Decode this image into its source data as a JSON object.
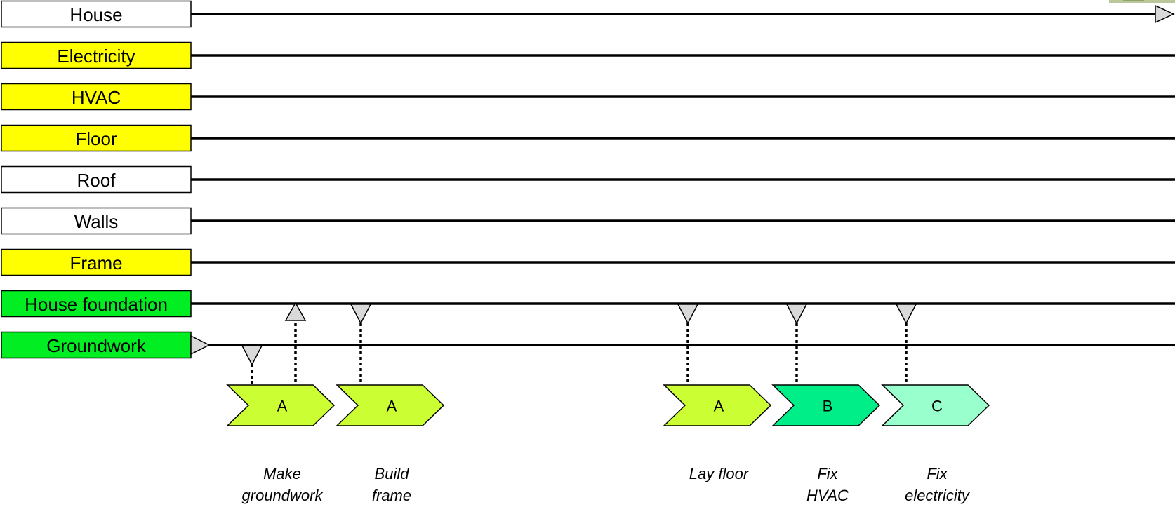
{
  "lanes": [
    {
      "label": "House",
      "color": "#ffffff",
      "arrow_end": true
    },
    {
      "label": "Electricity",
      "color": "#ffff00"
    },
    {
      "label": "HVAC",
      "color": "#ffff00"
    },
    {
      "label": "Floor",
      "color": "#ffff00"
    },
    {
      "label": "Roof",
      "color": "#ffffff"
    },
    {
      "label": "Walls",
      "color": "#ffffff"
    },
    {
      "label": "Frame",
      "color": "#ffff00"
    },
    {
      "label": "House foundation",
      "color": "#00ee22"
    },
    {
      "label": "Groundwork",
      "color": "#00ee22",
      "arrow_start": true
    }
  ],
  "tasks": [
    {
      "id": "make-groundwork",
      "letter": "A",
      "color": "#ccff33",
      "caption": [
        "Make",
        "groundwork"
      ]
    },
    {
      "id": "build-frame",
      "letter": "A",
      "color": "#ccff33",
      "caption": [
        "Build",
        "frame"
      ]
    },
    {
      "id": "lay-floor",
      "letter": "A",
      "color": "#ccff33",
      "caption": [
        "Lay floor"
      ]
    },
    {
      "id": "fix-hvac",
      "letter": "B",
      "color": "#00ee88",
      "caption": [
        "Fix",
        "HVAC"
      ]
    },
    {
      "id": "fix-electricity",
      "letter": "C",
      "color": "#99ffcc",
      "caption": [
        "Fix",
        "electricity"
      ]
    }
  ],
  "links": [
    {
      "task": "make-groundwork",
      "lane": "Groundwork",
      "kind": "input"
    },
    {
      "task": "make-groundwork",
      "lane": "House foundation",
      "kind": "output"
    },
    {
      "task": "build-frame",
      "lane": "House foundation",
      "kind": "input"
    },
    {
      "task": "lay-floor",
      "lane": "House foundation",
      "kind": "input"
    },
    {
      "task": "fix-hvac",
      "lane": "House foundation",
      "kind": "input"
    },
    {
      "task": "fix-electricity",
      "lane": "House foundation",
      "kind": "input"
    }
  ]
}
